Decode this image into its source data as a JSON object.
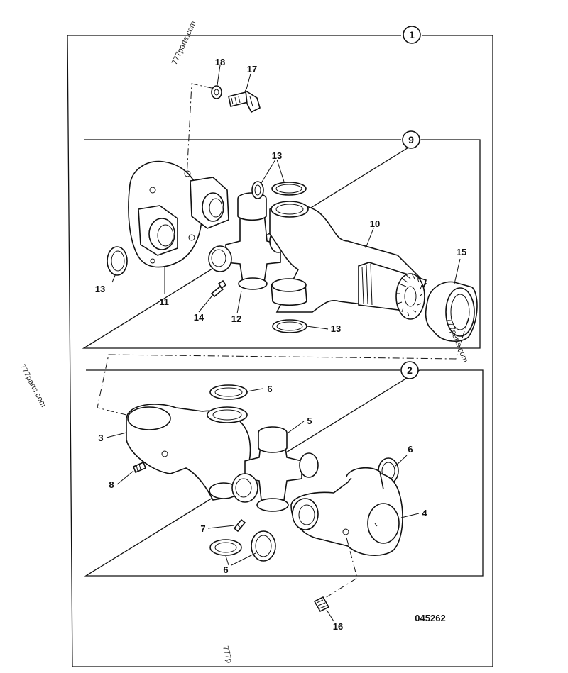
{
  "assemblies": {
    "main": "1",
    "upper": "9",
    "lower": "2"
  },
  "callouts": [
    "18",
    "17",
    "13",
    "10",
    "15",
    "13",
    "11",
    "14",
    "12",
    "13",
    "6",
    "5",
    "3",
    "6",
    "8",
    "4",
    "7",
    "6",
    "16"
  ],
  "drawing_number": "045262",
  "watermarks": [
    "777parts.com",
    "777parts.com",
    "777parts.com",
    "777p"
  ]
}
